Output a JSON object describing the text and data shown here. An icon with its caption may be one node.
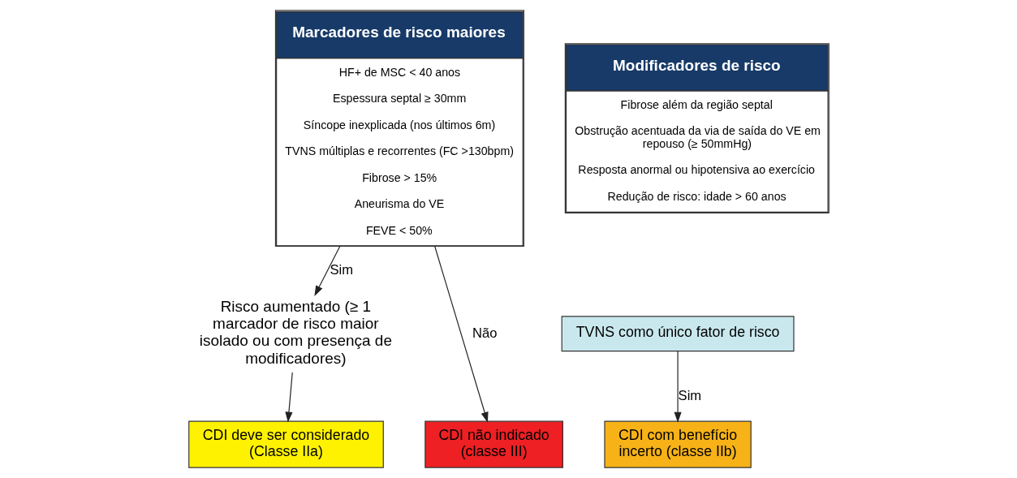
{
  "diagram": {
    "nodes": [
      {
        "text": [
          "Marcadores de risco maiores",
          "HF+ de MSC < 40 anos",
          "Espessura septal ≥ 30mm",
          "Síncope inexplicada (nos últimos 6m)",
          "TVNS múltiplas e recorrentes (FC >130bpm)",
          "Fibrose > 15%",
          "Aneurisma do VE",
          "FEVE < 50%"
        ]
      },
      {
        "text": [
          "Modificadores de risco",
          "Fibrose além da região septal",
          "Obstrução acentuada da via de saída do VE em repouso (≥ 50mmHg)",
          "Resposta anormal ou hipotensiva ao exercício",
          "Redução de risco: idade > 60 anos"
        ]
      },
      {
        "text": [
          "Risco aumentado (≥ 1 marcador de risco maior isolado ou com presença de modificadores)"
        ]
      },
      {
        "text": [
          "TVNS como único fator de risco"
        ]
      },
      {
        "text": [
          "CDI não indicado (classe III)"
        ]
      },
      {
        "text": [
          "CDI com benefício incerto (classe IIb)"
        ]
      },
      {
        "text": [
          "CDI deve ser considerado (Classe IIa)"
        ]
      }
    ],
    "edges": [
      {
        "from": 0,
        "to": 2,
        "arrow": "to",
        "label": "Sim"
      },
      {
        "from": 0,
        "to": 4,
        "arrow": "to",
        "label": "Não"
      },
      {
        "from": 3,
        "to": 5,
        "arrow": "to",
        "label": "Sim"
      },
      {
        "from": 2,
        "to": 6,
        "arrow": "to"
      }
    ]
  }
}
